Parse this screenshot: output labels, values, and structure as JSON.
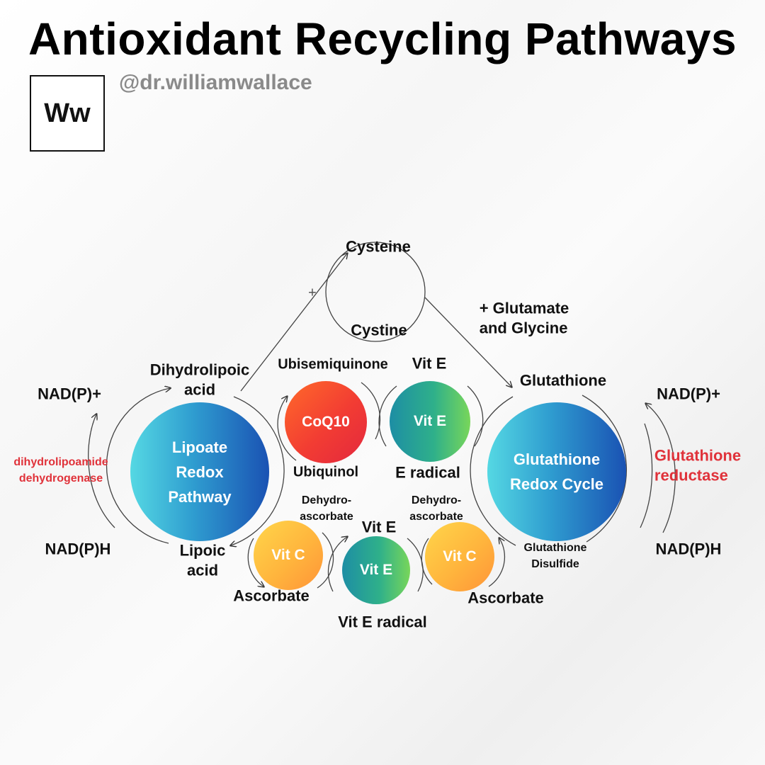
{
  "title": "Antioxidant Recycling Pathways",
  "handle": "@dr.williamwallace",
  "logo_text": "Ww",
  "colors": {
    "title": "#000000",
    "handle": "#8a8a8a",
    "enzyme_red": "#e0323a",
    "blue_node": "#2f9dd0",
    "coq10_node": "#f23c33",
    "vit_e_node": "#2fb08a",
    "vit_c_node": "#ffb53d"
  },
  "nodes": {
    "lipoate": "Lipoate Redox Pathway",
    "lipoate_lines": [
      "Lipoate",
      "Redox",
      "Pathway"
    ],
    "glutathione": "Glutathione Redox Cycle",
    "glutathione_lines": [
      "Glutathione",
      "Redox Cycle"
    ],
    "coq10": "CoQ10",
    "vit_e_top": "Vit E",
    "vit_e_bottom": "Vit E",
    "vit_c_left": "Vit C",
    "vit_c_right": "Vit C"
  },
  "labels": {
    "cysteine": "Cysteine",
    "cystine": "Cystine",
    "plus": "+",
    "glutamate_glycine": "+ Glutamate\nand Glycine",
    "dihydrolipoic_acid": "Dihydrolipoic\nacid",
    "lipoic_acid": "Lipoic\nacid",
    "nadp_plus_left": "NAD(P)+",
    "nadph_left": "NAD(P)H",
    "enzyme_left": "dihydrolipoamide\ndehydrogenase",
    "ubisemiquinone": "Ubisemiquinone",
    "ubiquinol": "Ubiquinol",
    "vit_e_top_label": "Vit E",
    "e_radical": "E radical",
    "dehydroascorbate_left": "Dehydro-\nascorbate",
    "dehydroascorbate_right": "Dehydro-\nascorbate",
    "vit_e_mid_label": "Vit E",
    "ascorbate_left": "Ascorbate",
    "ascorbate_right": "Ascorbate",
    "vit_e_radical": "Vit E radical",
    "glutathione_label": "Glutathione",
    "glutathione_disulfide": "Glutathione\nDisulfide",
    "nadp_plus_right": "NAD(P)+",
    "nadph_right": "NAD(P)H",
    "enzyme_right": "Glutathione\nreductase"
  }
}
